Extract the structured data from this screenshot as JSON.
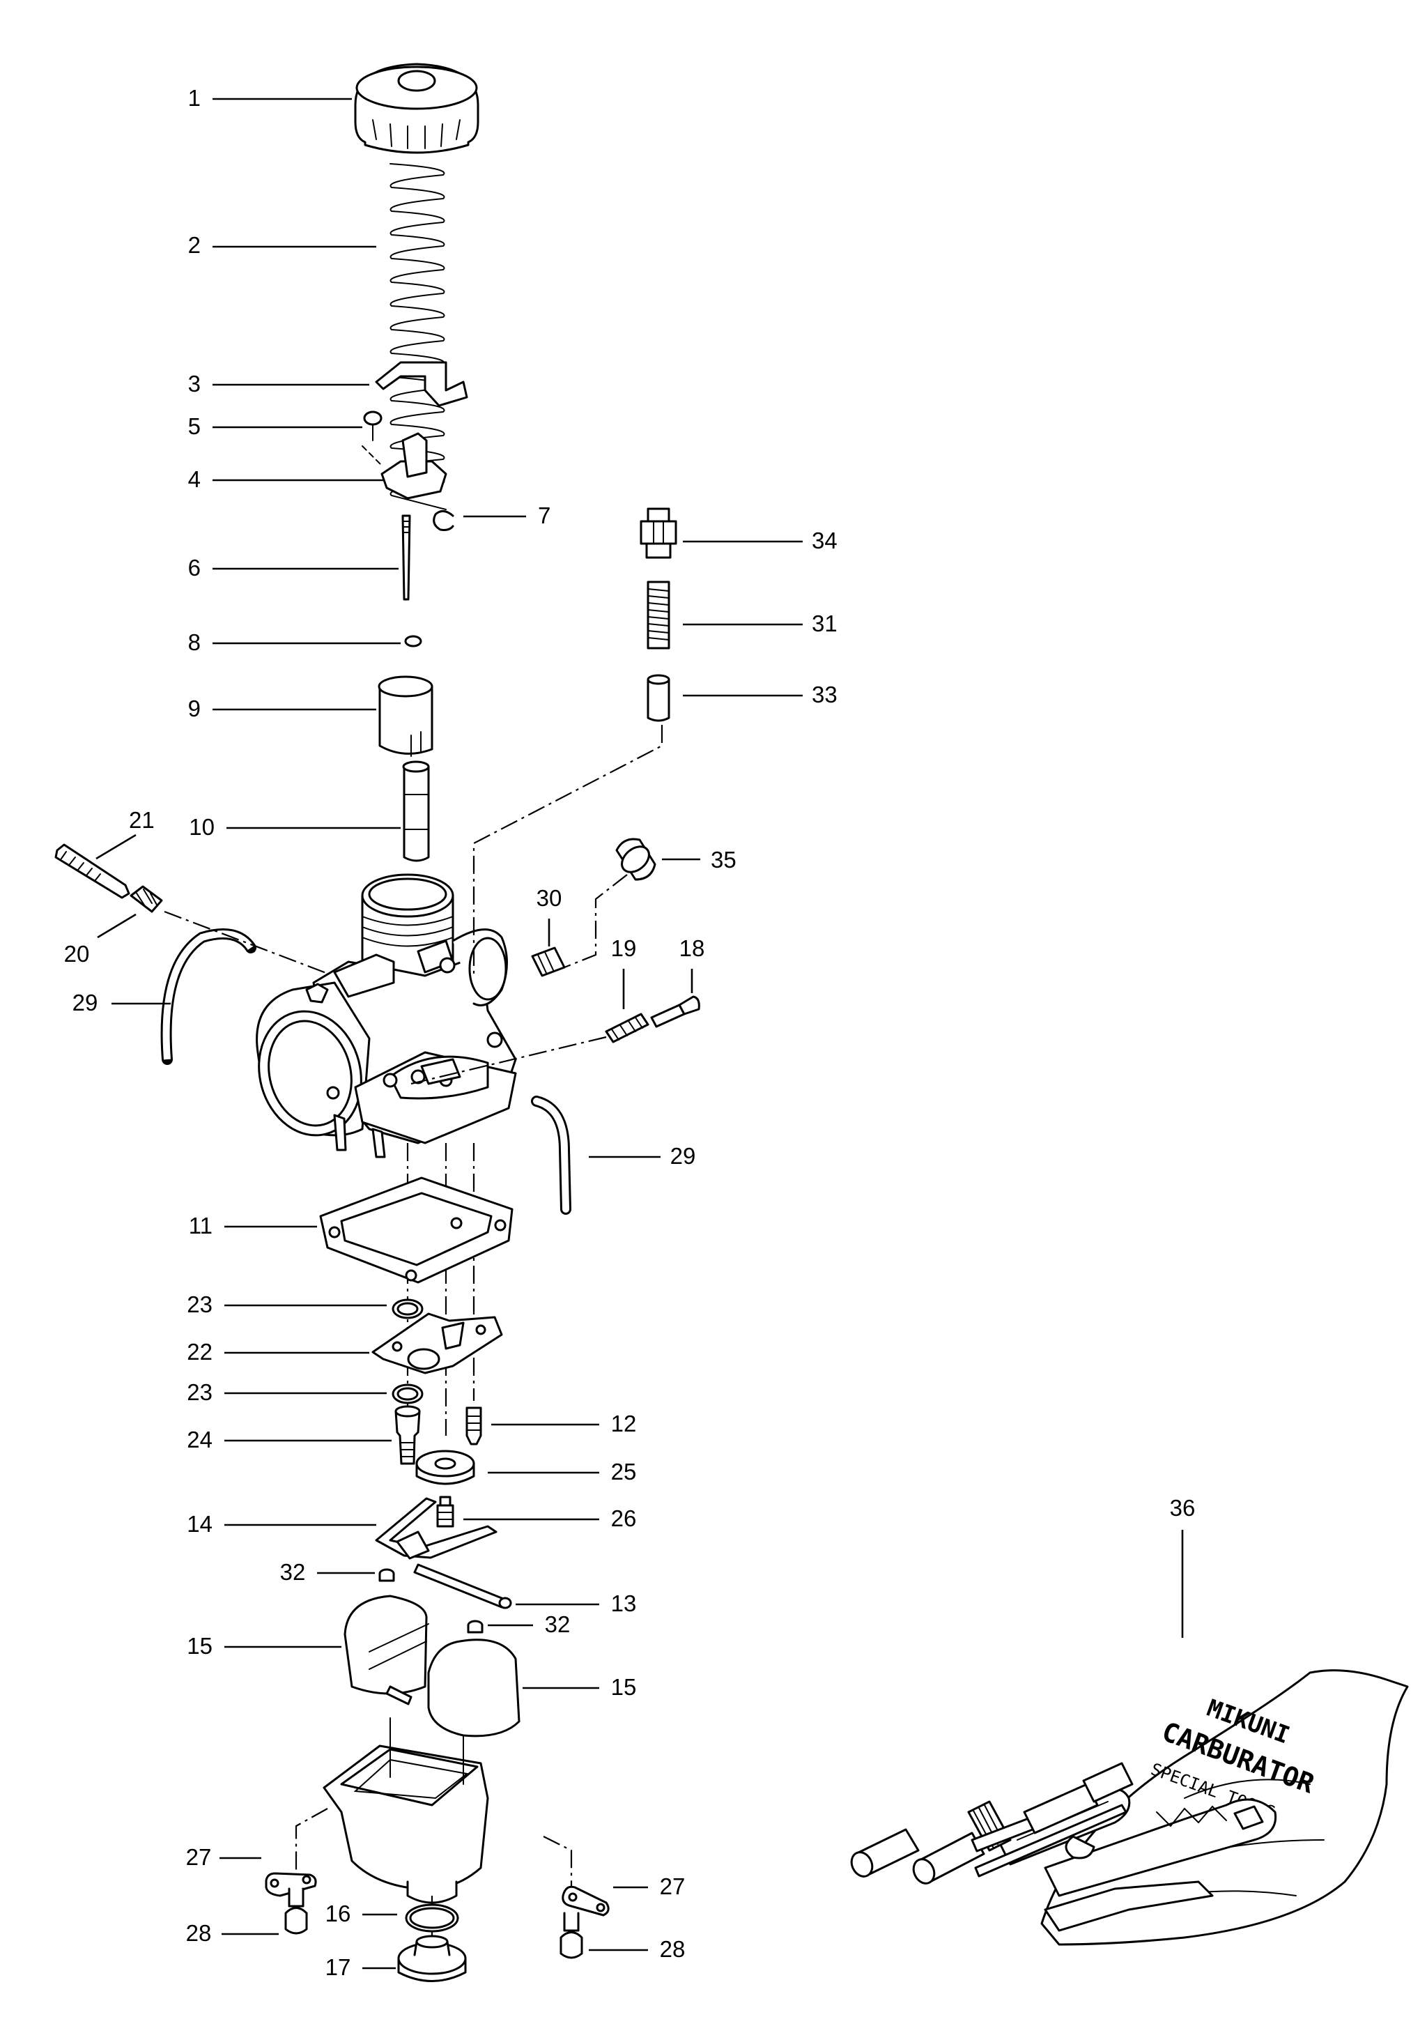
{
  "diagram": {
    "callouts": [
      {
        "id": "1",
        "label": "1"
      },
      {
        "id": "2",
        "label": "2"
      },
      {
        "id": "3",
        "label": "3"
      },
      {
        "id": "5",
        "label": "5"
      },
      {
        "id": "4",
        "label": "4"
      },
      {
        "id": "7",
        "label": "7"
      },
      {
        "id": "6",
        "label": "6"
      },
      {
        "id": "8",
        "label": "8"
      },
      {
        "id": "9",
        "label": "9"
      },
      {
        "id": "10",
        "label": "10"
      },
      {
        "id": "21",
        "label": "21"
      },
      {
        "id": "20",
        "label": "20"
      },
      {
        "id": "29a",
        "label": "29"
      },
      {
        "id": "34",
        "label": "34"
      },
      {
        "id": "31",
        "label": "31"
      },
      {
        "id": "33",
        "label": "33"
      },
      {
        "id": "35",
        "label": "35"
      },
      {
        "id": "30",
        "label": "30"
      },
      {
        "id": "19",
        "label": "19"
      },
      {
        "id": "18",
        "label": "18"
      },
      {
        "id": "29b",
        "label": "29"
      },
      {
        "id": "11",
        "label": "11"
      },
      {
        "id": "23a",
        "label": "23"
      },
      {
        "id": "22",
        "label": "22"
      },
      {
        "id": "23b",
        "label": "23"
      },
      {
        "id": "24",
        "label": "24"
      },
      {
        "id": "12",
        "label": "12"
      },
      {
        "id": "25",
        "label": "25"
      },
      {
        "id": "14",
        "label": "14"
      },
      {
        "id": "26",
        "label": "26"
      },
      {
        "id": "32a",
        "label": "32"
      },
      {
        "id": "13",
        "label": "13"
      },
      {
        "id": "32b",
        "label": "32"
      },
      {
        "id": "15a",
        "label": "15"
      },
      {
        "id": "15b",
        "label": "15"
      },
      {
        "id": "27a",
        "label": "27"
      },
      {
        "id": "27b",
        "label": "27"
      },
      {
        "id": "16",
        "label": "16"
      },
      {
        "id": "28a",
        "label": "28"
      },
      {
        "id": "28b",
        "label": "28"
      },
      {
        "id": "17",
        "label": "17"
      },
      {
        "id": "36",
        "label": "36"
      }
    ],
    "toolkit_text": {
      "brand": "MIKUNI",
      "line1": "CARBURATOR",
      "line2": "SPECIAL TOOLS"
    }
  }
}
